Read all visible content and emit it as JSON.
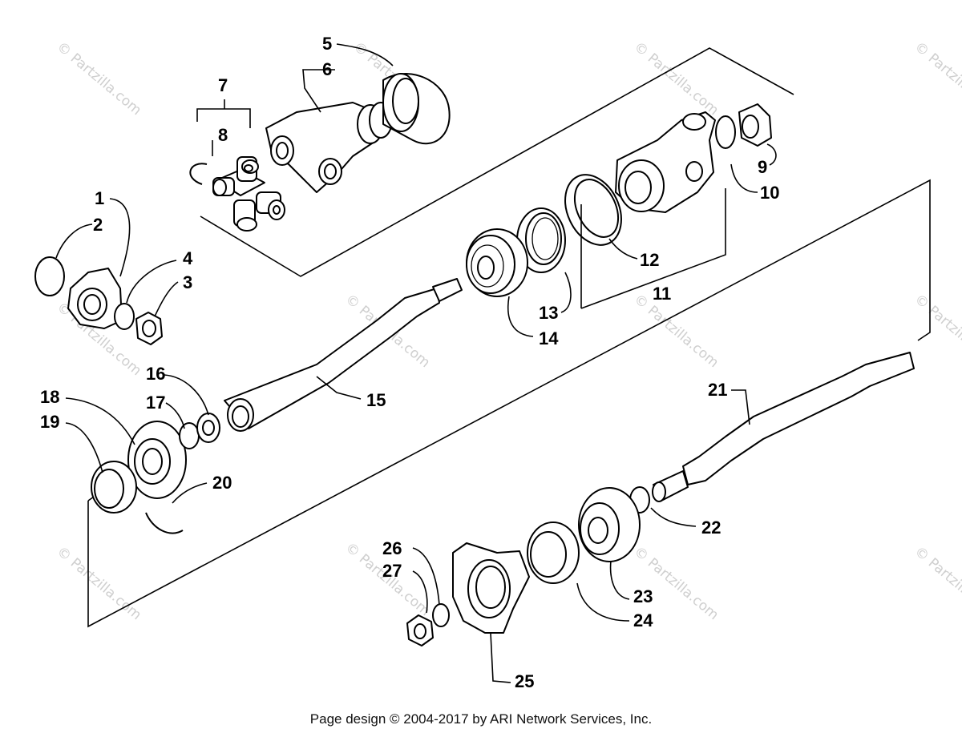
{
  "diagram": {
    "callouts": [
      "1",
      "2",
      "3",
      "4",
      "5",
      "6",
      "7",
      "8",
      "9",
      "10",
      "11",
      "12",
      "13",
      "14",
      "15",
      "16",
      "17",
      "18",
      "19",
      "20",
      "21",
      "22",
      "23",
      "24",
      "25",
      "26",
      "27"
    ],
    "watermark": "© Partzilla.com",
    "footer": "Page design © 2004-2017 by ARI Network Services, Inc."
  }
}
